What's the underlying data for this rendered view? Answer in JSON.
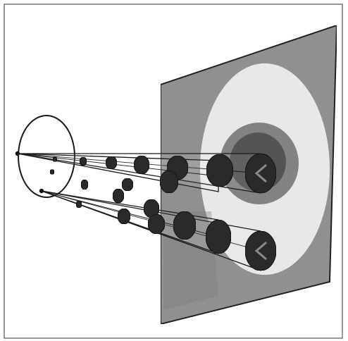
{
  "figure": {
    "caption": "",
    "palette": {
      "frame": "#555555",
      "panel": "#9a9a9a",
      "halo_light": "#ffffff",
      "ring_mid": "#8c8c8c",
      "ring_dark": "#5a5a5a",
      "disc": "#2e2e2e",
      "line": "#1a1a1a"
    },
    "elements": {
      "panel": "screen-panel",
      "apertures": "source-aperture-circle",
      "beams": "beam-cone",
      "discs": "image-disc"
    }
  }
}
